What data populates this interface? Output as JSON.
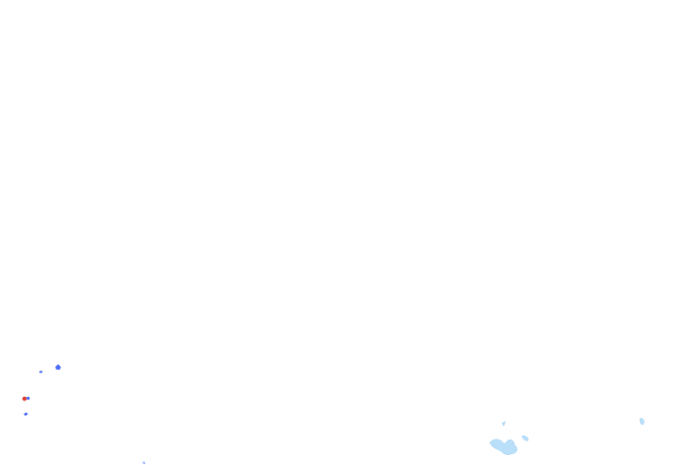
{
  "map": {
    "background_color": "#ffffff",
    "colors": {
      "marker_blue": "#4a6cf7",
      "marker_blue_light": "#6f8cff",
      "marker_red": "#e23b2e",
      "water": "#b9dff9",
      "water_outline": "#9ccdf2"
    },
    "markers": [
      {
        "kind": "location-marker",
        "color": "marker_blue"
      },
      {
        "kind": "location-marker",
        "color": "marker_blue"
      },
      {
        "kind": "location-marker",
        "color": "marker_red"
      },
      {
        "kind": "location-marker",
        "color": "marker_blue"
      },
      {
        "kind": "location-marker",
        "color": "marker_blue"
      }
    ],
    "water_bodies": [
      {
        "kind": "lake"
      },
      {
        "kind": "lake"
      },
      {
        "kind": "lake"
      },
      {
        "kind": "lake"
      }
    ]
  }
}
